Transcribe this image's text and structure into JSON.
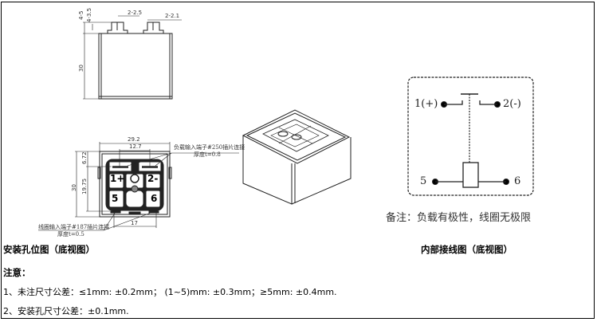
{
  "side_view": {
    "dims": {
      "pin_height_outer": "4-5",
      "pin_height_inner": "4-3.5",
      "pin_width_left": "2-2.5",
      "pin_width_right": "2-2.1",
      "height": "30"
    }
  },
  "bottom_view": {
    "dims": {
      "width": "29.2",
      "load_spacing": "12.7",
      "top_offset": "6.72",
      "pin_span": "19.75",
      "height": "30",
      "coil_spacing": "17"
    },
    "load_terminal_note": "负载输入端子#250插片连接",
    "load_terminal_thickness": "厚度t=0.8",
    "coil_terminal_note": "线圈输入端子#187插片连接",
    "coil_terminal_thickness": "厚度t=0.5",
    "pin_labels": [
      "1+",
      "2-",
      "5",
      "6"
    ]
  },
  "wiring": {
    "pin1": "1(+)",
    "pin2": "2(-)",
    "pin5": "5",
    "pin6": "6",
    "remark": "备注：负载有极性，线圈无极限"
  },
  "captions": {
    "mounting": "安装孔位图（底视图）",
    "wiring": "内部接线图（底视图）"
  },
  "notes": {
    "title": "注意：",
    "items": [
      "1、未注尺寸公差：≤1mm: ±0.2mm； (1~5)mm: ±0.3mm；≥5mm: ±0.4mm.",
      "2、安装孔尺寸公差：±0.1mm."
    ]
  }
}
